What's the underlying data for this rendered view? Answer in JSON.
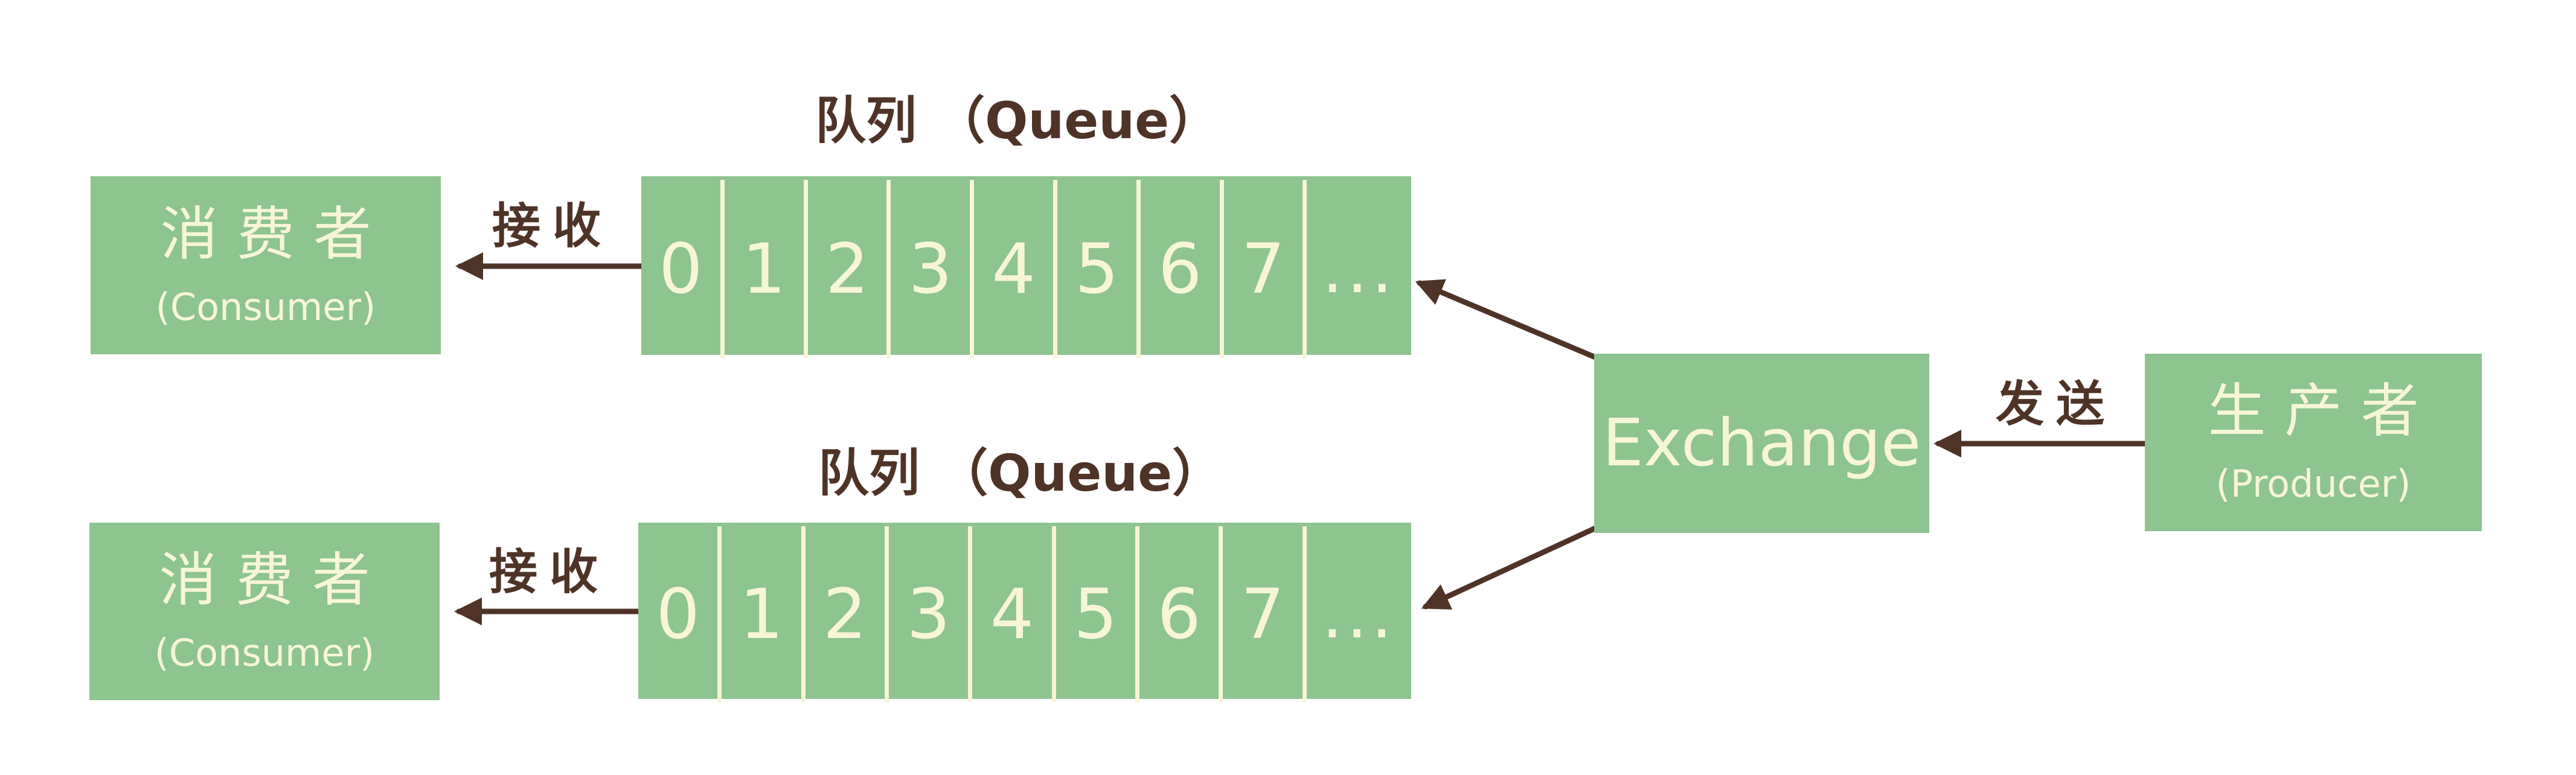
{
  "colors": {
    "green": "#8dc48f",
    "cream": "#f7f5d8",
    "brown": "#4f3327",
    "bg": "#ffffff"
  },
  "nodes": {
    "consumer_top": {
      "title": "消费者",
      "subtitle": "(Consumer)"
    },
    "consumer_bottom": {
      "title": "消费者",
      "subtitle": "(Consumer)"
    },
    "producer": {
      "title": "生产者",
      "subtitle": "(Producer)"
    },
    "exchange": {
      "label": "Exchange"
    }
  },
  "queues": {
    "top": {
      "label": "队列 （Queue）",
      "cells": [
        "0",
        "1",
        "2",
        "3",
        "4",
        "5",
        "6",
        "7",
        "..."
      ]
    },
    "bottom": {
      "label": "队列 （Queue）",
      "cells": [
        "0",
        "1",
        "2",
        "3",
        "4",
        "5",
        "6",
        "7",
        "..."
      ]
    }
  },
  "edges": {
    "receive_top": {
      "label": "接收"
    },
    "receive_bottom": {
      "label": "接收"
    },
    "send": {
      "label": "发送"
    }
  }
}
